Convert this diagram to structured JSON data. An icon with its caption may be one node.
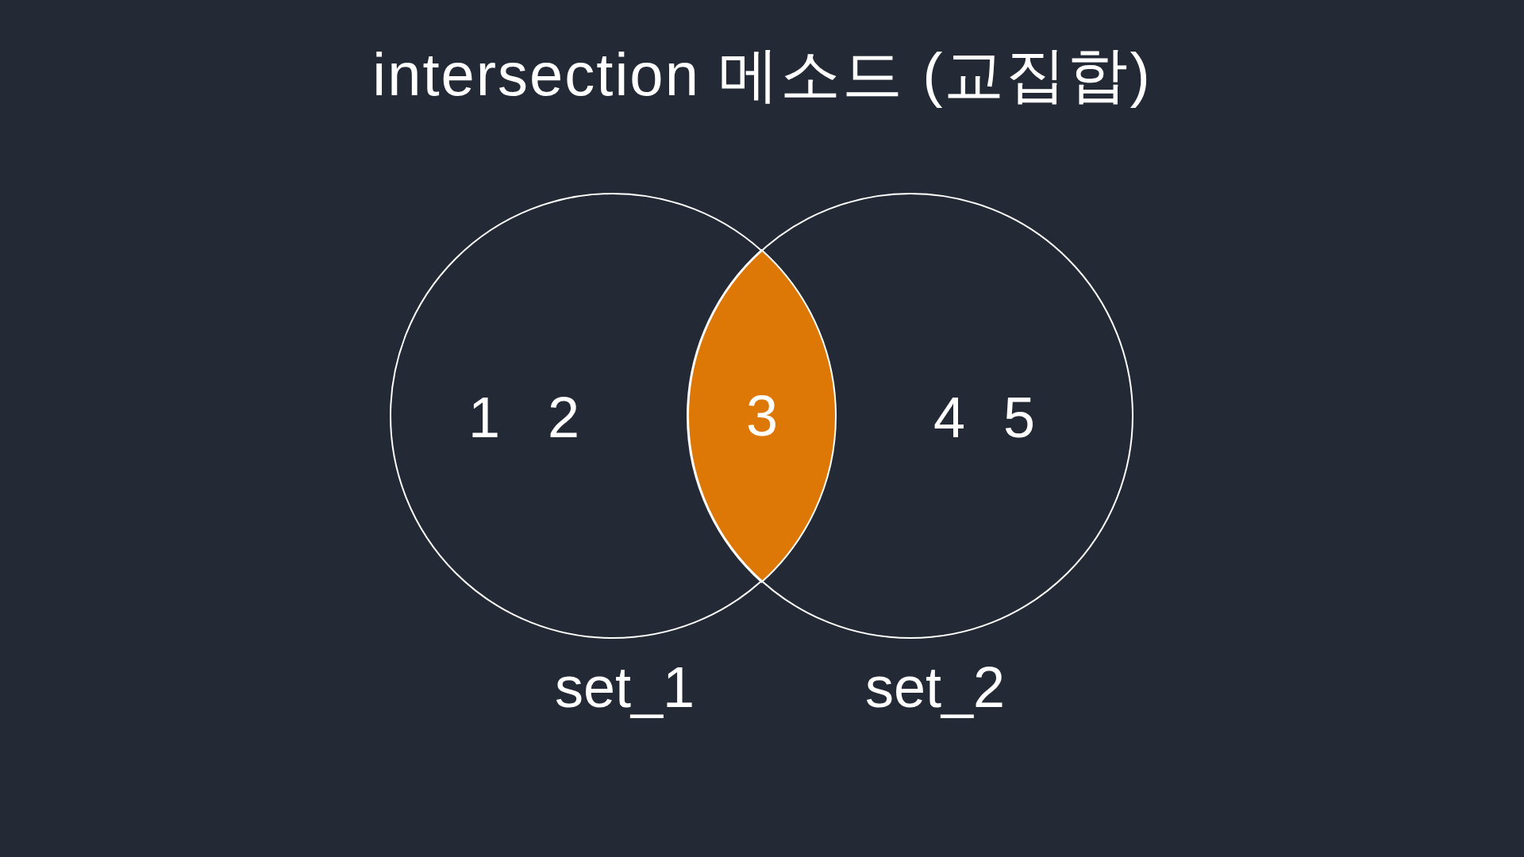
{
  "diagram": {
    "title": "intersection 메소드 (교집합)",
    "nodes": [
      {
        "text": [
          "1",
          "2"
        ],
        "beside": [
          "set_1"
        ]
      },
      {
        "text": [
          "3"
        ]
      },
      {
        "text": [
          "4",
          "5"
        ],
        "beside": [
          "set_2"
        ]
      }
    ]
  }
}
